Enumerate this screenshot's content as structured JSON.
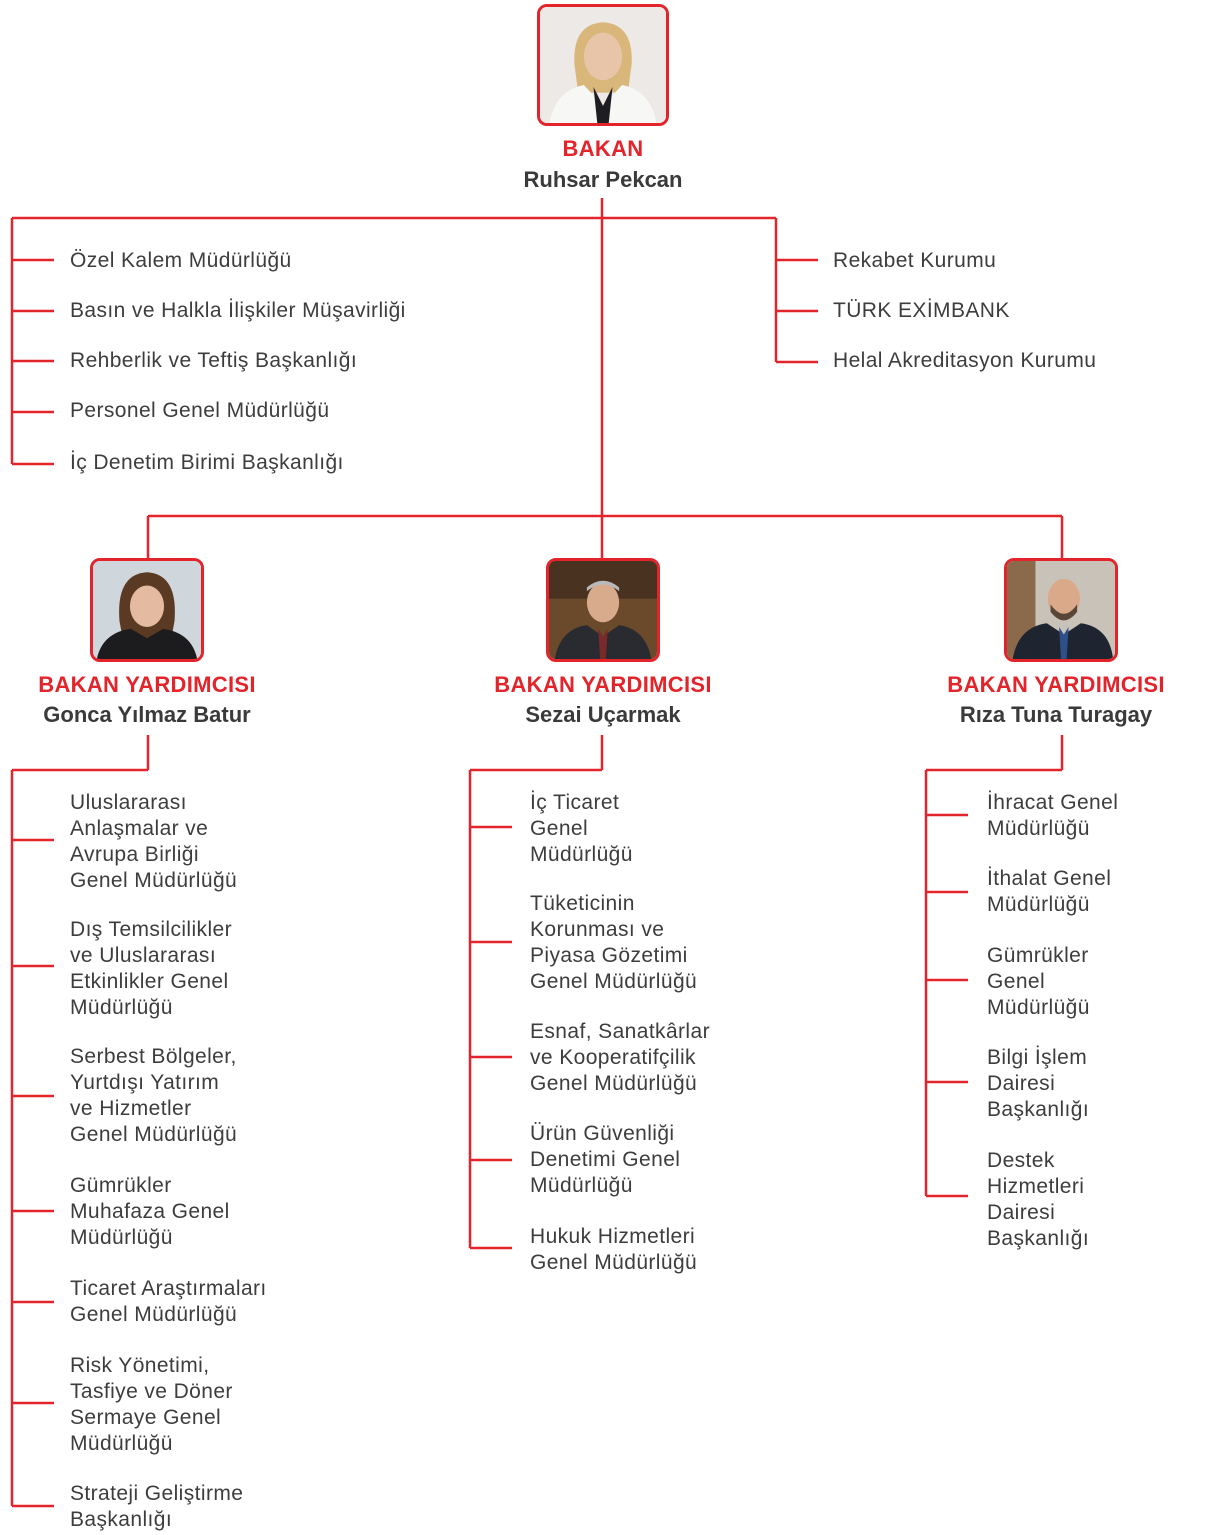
{
  "minister": {
    "title": "BAKAN",
    "name": "Ruhsar Pekcan",
    "left_units": [
      "Özel Kalem Müdürlüğü",
      "Basın ve Halkla İlişkiler Müşavirliği",
      "Rehberlik ve Teftiş Başkanlığı",
      "Personel Genel Müdürlüğü",
      "İç Denetim Birimi Başkanlığı"
    ],
    "right_units": [
      "Rekabet Kurumu",
      "TÜRK EXİMBANK",
      "Helal Akreditasyon Kurumu"
    ]
  },
  "deputies": [
    {
      "title": "BAKAN YARDIMCISI",
      "name": "Gonca Yılmaz Batur",
      "units": [
        [
          "Uluslararası",
          "Anlaşmalar ve",
          "Avrupa Birliği",
          "Genel Müdürlüğü"
        ],
        [
          "Dış Temsilcilikler",
          "ve Uluslararası",
          "Etkinlikler Genel",
          "Müdürlüğü"
        ],
        [
          "Serbest Bölgeler,",
          "Yurtdışı Yatırım",
          "ve Hizmetler",
          "Genel Müdürlüğü"
        ],
        [
          "Gümrükler",
          "Muhafaza Genel",
          "Müdürlüğü"
        ],
        [
          "Ticaret Araştırmaları",
          "Genel Müdürlüğü"
        ],
        [
          "Risk Yönetimi,",
          "Tasfiye ve Döner",
          "Sermaye Genel",
          "Müdürlüğü"
        ],
        [
          "Strateji Geliştirme",
          "Başkanlığı"
        ]
      ]
    },
    {
      "title": "BAKAN YARDIMCISI",
      "name": "Sezai Uçarmak",
      "units": [
        [
          "İç Ticaret",
          "Genel",
          "Müdürlüğü"
        ],
        [
          "Tüketicinin",
          "Korunması ve",
          "Piyasa Gözetimi",
          "Genel Müdürlüğü"
        ],
        [
          "Esnaf, Sanatkârlar",
          "ve Kooperatifçilik",
          "Genel Müdürlüğü"
        ],
        [
          "Ürün Güvenliği",
          "Denetimi Genel",
          "Müdürlüğü"
        ],
        [
          "Hukuk Hizmetleri",
          "Genel Müdürlüğü"
        ]
      ]
    },
    {
      "title": "BAKAN YARDIMCISI",
      "name": "Rıza Tuna Turagay",
      "units": [
        [
          "İhracat Genel",
          "Müdürlüğü"
        ],
        [
          "İthalat Genel",
          "Müdürlüğü"
        ],
        [
          "Gümrükler",
          "Genel",
          "Müdürlüğü"
        ],
        [
          "Bilgi İşlem",
          "Dairesi",
          "Başkanlığı"
        ],
        [
          "Destek",
          "Hizmetleri",
          "Dairesi",
          "Başkanlığı"
        ]
      ]
    }
  ],
  "colors": {
    "accent": "#e3242b",
    "text": "#3d3d3d"
  }
}
